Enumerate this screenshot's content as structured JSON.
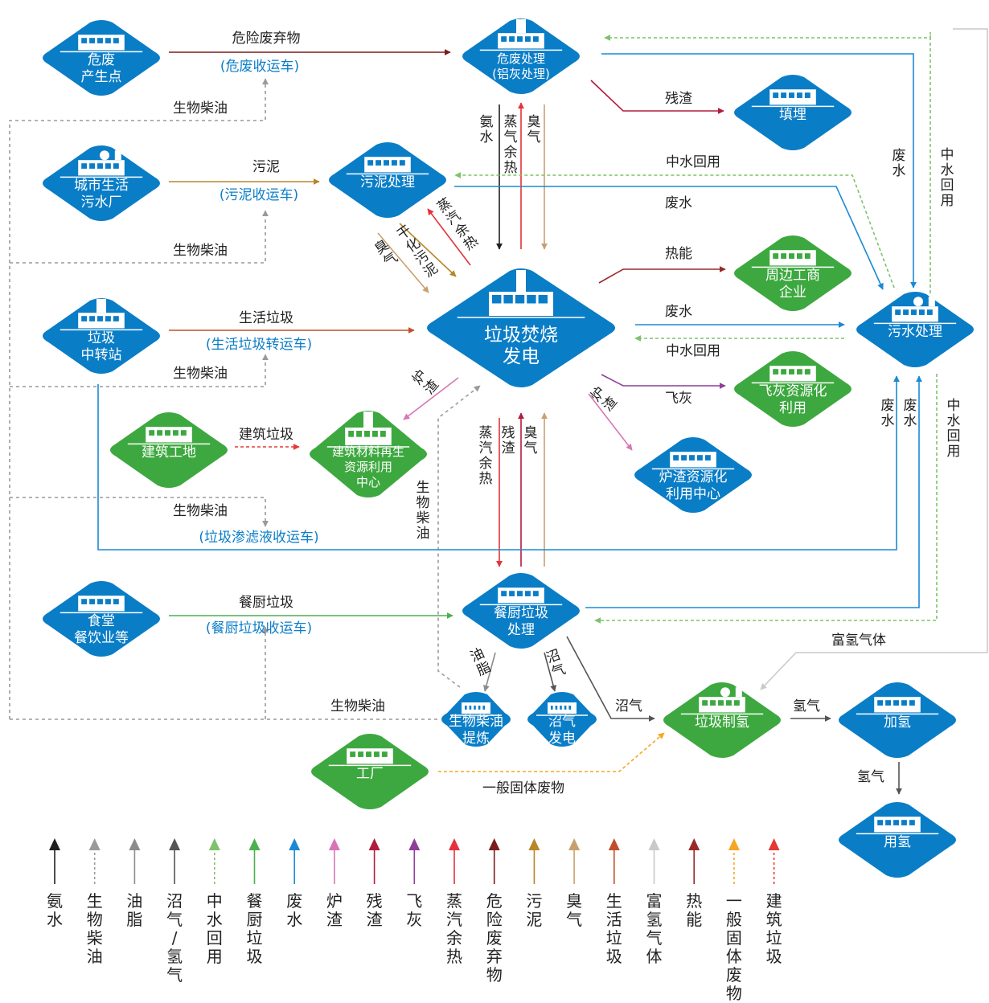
{
  "colors": {
    "blue": "#0a7dc7",
    "green": "#3da83f",
    "ammonia": "#231f20",
    "biodiesel": "#9a9a9a",
    "grease": "#8c8c8c",
    "biogas": "#555555",
    "reclaimed": "#7ec26b",
    "kitchen": "#4caf50",
    "wastewater": "#1b8ad3",
    "slag": "#d676b6",
    "residue": "#b01d3c",
    "flyash": "#8e3f98",
    "steam": "#e5323b",
    "hazardous": "#7a1c1c",
    "sludge": "#b8862b",
    "odor": "#c8a070",
    "domestic": "#c0502c",
    "hydrogen_rich": "#c9c9c9",
    "heat": "#9a2a2a",
    "solid": "#f5a623",
    "construction": "#e53935"
  },
  "nodes": {
    "hazard_source": [
      "危废",
      "产生点"
    ],
    "hazard_treat": [
      "危废处理",
      "(铝灰处理)"
    ],
    "landfill": [
      "填埋"
    ],
    "sewage_plant": [
      "城市生活",
      "污水厂"
    ],
    "sludge_treat": [
      "污泥处理"
    ],
    "incinerator": [
      "垃圾焚烧",
      "发电"
    ],
    "industry": [
      "周边工商",
      "企业"
    ],
    "wastewater_treat": [
      "污水处理"
    ],
    "transfer": [
      "垃圾",
      "中转站"
    ],
    "flyash": [
      "飞灰资源化",
      "利用"
    ],
    "construction_site": [
      "建筑工地"
    ],
    "building_material": [
      "建筑材料再生",
      "资源利用",
      "中心"
    ],
    "slag_center": [
      "炉渣资源化",
      "利用中心"
    ],
    "canteen": [
      "食堂",
      "餐饮业等"
    ],
    "kitchen_treat": [
      "餐厨垃圾",
      "处理"
    ],
    "biodiesel_refine": [
      "生物柴油",
      "提炼"
    ],
    "biogas_power": [
      "沼气",
      "发电"
    ],
    "hydrogen_make": [
      "垃圾制氢"
    ],
    "hydrogen_station": [
      "加氢"
    ],
    "factory": [
      "工厂"
    ],
    "hydrogen_use": [
      "用氢"
    ]
  },
  "labels": {
    "hazard_waste": "危险废弃物",
    "hazard_truck": "(危废收运车)",
    "biodiesel": "生物柴油",
    "sludge": "污泥",
    "sludge_truck": "(污泥收运车)",
    "domestic": "生活垃圾",
    "domestic_truck": "(生活垃圾转运车)",
    "construction": "建筑垃圾",
    "leachate_truck": "(垃圾渗滤液收运车)",
    "kitchen": "餐厨垃圾",
    "kitchen_truck": "(餐厨垃圾收运车)",
    "residue": "残渣",
    "reclaimed": "中水回用",
    "wastewater": "废水",
    "heat": "热能",
    "flyash": "飞灰",
    "slag": "炉渣",
    "ammonia": "氨水",
    "steam": "蒸气余热",
    "odor": "臭气",
    "dry_sludge": "干化污泥",
    "steam_heat": "蒸汽余热",
    "grease": "油脂",
    "biogas": "沼气",
    "hydrogen_rich": "富氢气体",
    "hydrogen": "氢气",
    "solid_waste": "一般固体废物"
  },
  "legend": [
    {
      "label": "氨水",
      "color": "#231f20",
      "style": "solid"
    },
    {
      "label": "生物柴油",
      "color": "#9a9a9a",
      "style": "dashed"
    },
    {
      "label": "油脂",
      "color": "#8c8c8c",
      "style": "solid"
    },
    {
      "label": "沼气/氢气",
      "color": "#555555",
      "style": "solid"
    },
    {
      "label": "中水回用",
      "color": "#7ec26b",
      "style": "dashed"
    },
    {
      "label": "餐厨垃圾",
      "color": "#4caf50",
      "style": "solid"
    },
    {
      "label": "废水",
      "color": "#1b8ad3",
      "style": "solid"
    },
    {
      "label": "炉渣",
      "color": "#d676b6",
      "style": "solid"
    },
    {
      "label": "残渣",
      "color": "#b01d3c",
      "style": "solid"
    },
    {
      "label": "飞灰",
      "color": "#8e3f98",
      "style": "solid"
    },
    {
      "label": "蒸汽余热",
      "color": "#e5323b",
      "style": "solid"
    },
    {
      "label": "危险废弃物",
      "color": "#7a1c1c",
      "style": "solid"
    },
    {
      "label": "污泥",
      "color": "#b8862b",
      "style": "solid"
    },
    {
      "label": "臭气",
      "color": "#c8a070",
      "style": "solid"
    },
    {
      "label": "生活垃圾",
      "color": "#c0502c",
      "style": "solid"
    },
    {
      "label": "富氢气体",
      "color": "#c9c9c9",
      "style": "solid"
    },
    {
      "label": "热能",
      "color": "#9a2a2a",
      "style": "solid"
    },
    {
      "label": "一般固体废物",
      "color": "#f5a623",
      "style": "dashed"
    },
    {
      "label": "建筑垃圾",
      "color": "#e53935",
      "style": "dashed"
    }
  ]
}
